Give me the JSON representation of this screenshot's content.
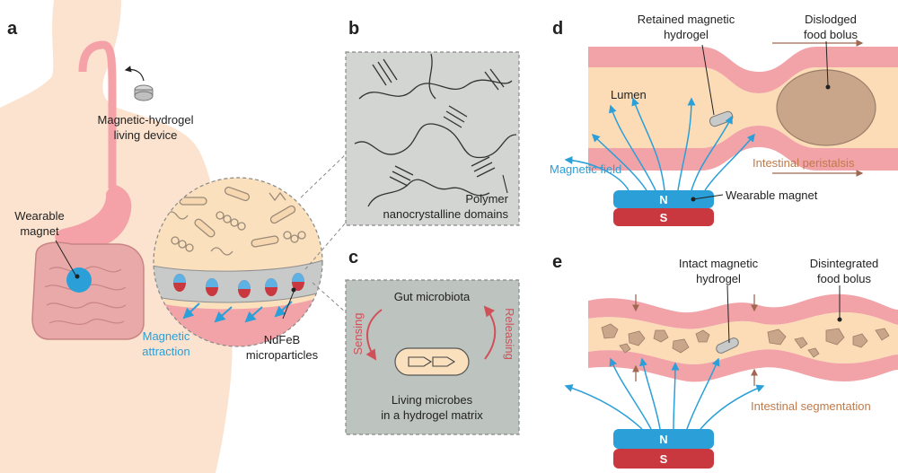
{
  "panels": {
    "a": {
      "label": "a",
      "device": [
        "Magnetic-hydrogel",
        "living device"
      ],
      "wearable": [
        "Wearable",
        "magnet"
      ],
      "attraction": [
        "Magnetic",
        "attraction"
      ],
      "particles": [
        "NdFeB",
        "microparticles"
      ]
    },
    "b": {
      "label": "b",
      "caption": [
        "Polymer",
        "nanocrystalline domains"
      ]
    },
    "c": {
      "label": "c",
      "top": "Gut microbiota",
      "sensing": "Sensing",
      "releasing": "Releasing",
      "bottom": [
        "Living microbes",
        "in a hydrogel matrix"
      ]
    },
    "d": {
      "label": "d",
      "retained": [
        "Retained magnetic",
        "hydrogel"
      ],
      "dislodged": [
        "Dislodged",
        "food bolus"
      ],
      "lumen": "Lumen",
      "field": "Magnetic field",
      "peristalsis": "Intestinal peristalsis",
      "wearable": "Wearable magnet",
      "north": "N",
      "south": "S"
    },
    "e": {
      "label": "e",
      "intact": [
        "Intact magnetic",
        "hydrogel"
      ],
      "disintegrated": [
        "Disintegrated",
        "food bolus"
      ],
      "segmentation": "Intestinal segmentation",
      "north": "N",
      "south": "S"
    }
  },
  "colors": {
    "skin": "#fbe3cf",
    "intestine_wall": "#f2a3a8",
    "lumen": "#fbdcb6",
    "magnet_blue": "#2a9fd8",
    "magnet_red": "#c9383f",
    "hydrogel_gray": "#c7cac8",
    "food": "#c9a58a"
  }
}
